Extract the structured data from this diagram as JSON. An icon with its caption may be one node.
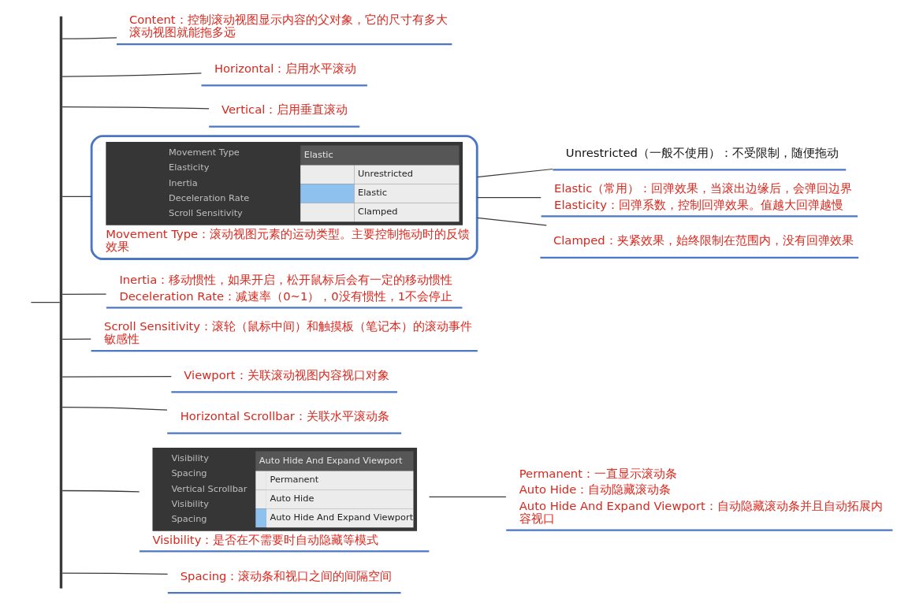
{
  "diagram": {
    "nodes": [
      {
        "text": [
          "Content：控制滚动视图显示内容的父对象，它的尺寸有多大滚动视图就能拖多远"
        ]
      },
      {
        "text": [
          "Horizontal：启用水平滚动"
        ]
      },
      {
        "text": [
          "Vertical：启用垂直滚动"
        ]
      },
      {
        "text": [
          "Movement Type",
          "Elasticity",
          "Inertia",
          "Deceleration Rate",
          "Scroll Sensitivity",
          "Elastic",
          "Unrestricted",
          "Elastic",
          "Clamped",
          "Movement Type：滚动视图元素的运动类型。主要控制拖动时的反馈效果"
        ]
      },
      {
        "text": [
          "Unrestricted（一般不使用）：不受限制，随便拖动"
        ]
      },
      {
        "text": [
          "Elastic（常用）：回弹效果，当滚出边缘后，会弹回边界",
          "Elasticity：回弹系数，控制回弹效果。值越大回弹越慢"
        ]
      },
      {
        "text": [
          "Clamped：夹紧效果，始终限制在范围内，没有回弹效果"
        ]
      },
      {
        "text": [
          "Inertia：移动惯性，如果开启，松开鼠标后会有一定的移动惯性",
          "Deceleration Rate：减速率（0~1），0没有惯性，1不会停止"
        ]
      },
      {
        "text": [
          "Scroll Sensitivity：滚轮（鼠标中间）和触摸板（笔记本）的滚动事件敏感性"
        ]
      },
      {
        "text": [
          "Viewport：关联滚动视图内容视口对象"
        ]
      },
      {
        "text": [
          "Horizontal Scrollbar：关联水平滚动条"
        ]
      },
      {
        "text": [
          "Visibility",
          "Spacing",
          "Vertical Scrollbar",
          "Visibility",
          "Spacing",
          "Auto Hide And Expand Viewport",
          "Permanent",
          "Auto Hide",
          "Auto Hide And Expand Viewport",
          "Visibility：是否在不需要时自动隐藏等模式"
        ]
      },
      {
        "text": [
          "Permanent：一直显示滚动条",
          "Auto Hide：自动隐藏滚动条",
          "Auto Hide And Expand Viewport：自动隐藏滚动条并且自动拓展内容视口"
        ]
      },
      {
        "text": [
          "Spacing：滚动条和视口之间的间隔空间"
        ]
      },
      {
        "text": [],
        "shape": "bar"
      }
    ],
    "edges": [
      {
        "from": null,
        "to": 14,
        "arrow": "none"
      },
      {
        "from": 14,
        "to": 0,
        "arrow": "none"
      },
      {
        "from": 14,
        "to": 1,
        "arrow": "none"
      },
      {
        "from": 14,
        "to": 2,
        "arrow": "none"
      },
      {
        "from": 14,
        "to": 3,
        "arrow": "none"
      },
      {
        "from": 3,
        "to": 4,
        "arrow": "none"
      },
      {
        "from": 3,
        "to": 5,
        "arrow": "none"
      },
      {
        "from": 3,
        "to": 6,
        "arrow": "none"
      },
      {
        "from": 14,
        "to": 7,
        "arrow": "none"
      },
      {
        "from": 14,
        "to": 8,
        "arrow": "none"
      },
      {
        "from": 14,
        "to": 9,
        "arrow": "none"
      },
      {
        "from": 14,
        "to": 10,
        "arrow": "none"
      },
      {
        "from": 14,
        "to": 11,
        "arrow": "none"
      },
      {
        "from": 11,
        "to": 12,
        "arrow": "none"
      },
      {
        "from": 14,
        "to": 13,
        "arrow": "none"
      }
    ]
  }
}
